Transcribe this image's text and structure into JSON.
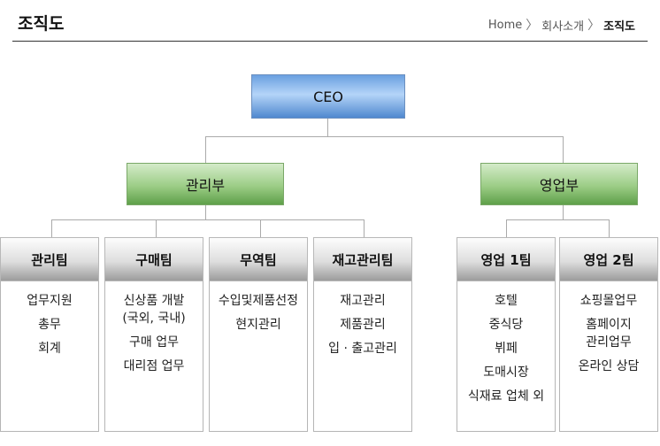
{
  "header": {
    "title": "조직도",
    "breadcrumb": {
      "home": "Home",
      "section": "회사소개",
      "current": "조직도"
    }
  },
  "org": {
    "ceo": "CEO",
    "departments": [
      {
        "name": "관리부"
      },
      {
        "name": "영업부"
      }
    ],
    "teams": [
      {
        "name": "관리팀",
        "items": [
          "업무지원",
          "총무",
          "회계"
        ]
      },
      {
        "name": "구매팀",
        "items": [
          "신상품 개발\n(국외, 국내)",
          "구매 업무",
          "대리점 업무"
        ]
      },
      {
        "name": "무역팀",
        "items": [
          "수입및제품선정",
          "현지관리"
        ]
      },
      {
        "name": "재고관리팀",
        "items": [
          "재고관리",
          "제품관리",
          "입 · 출고관리"
        ]
      },
      {
        "name": "영업 1팀",
        "items": [
          "호텔",
          "중식당",
          "뷔페",
          "도매시장",
          "식재료 업체 외"
        ]
      },
      {
        "name": "영업 2팀",
        "items": [
          "쇼핑몰업무",
          "홈페이지\n관리업무",
          "온라인 상담"
        ]
      }
    ]
  }
}
